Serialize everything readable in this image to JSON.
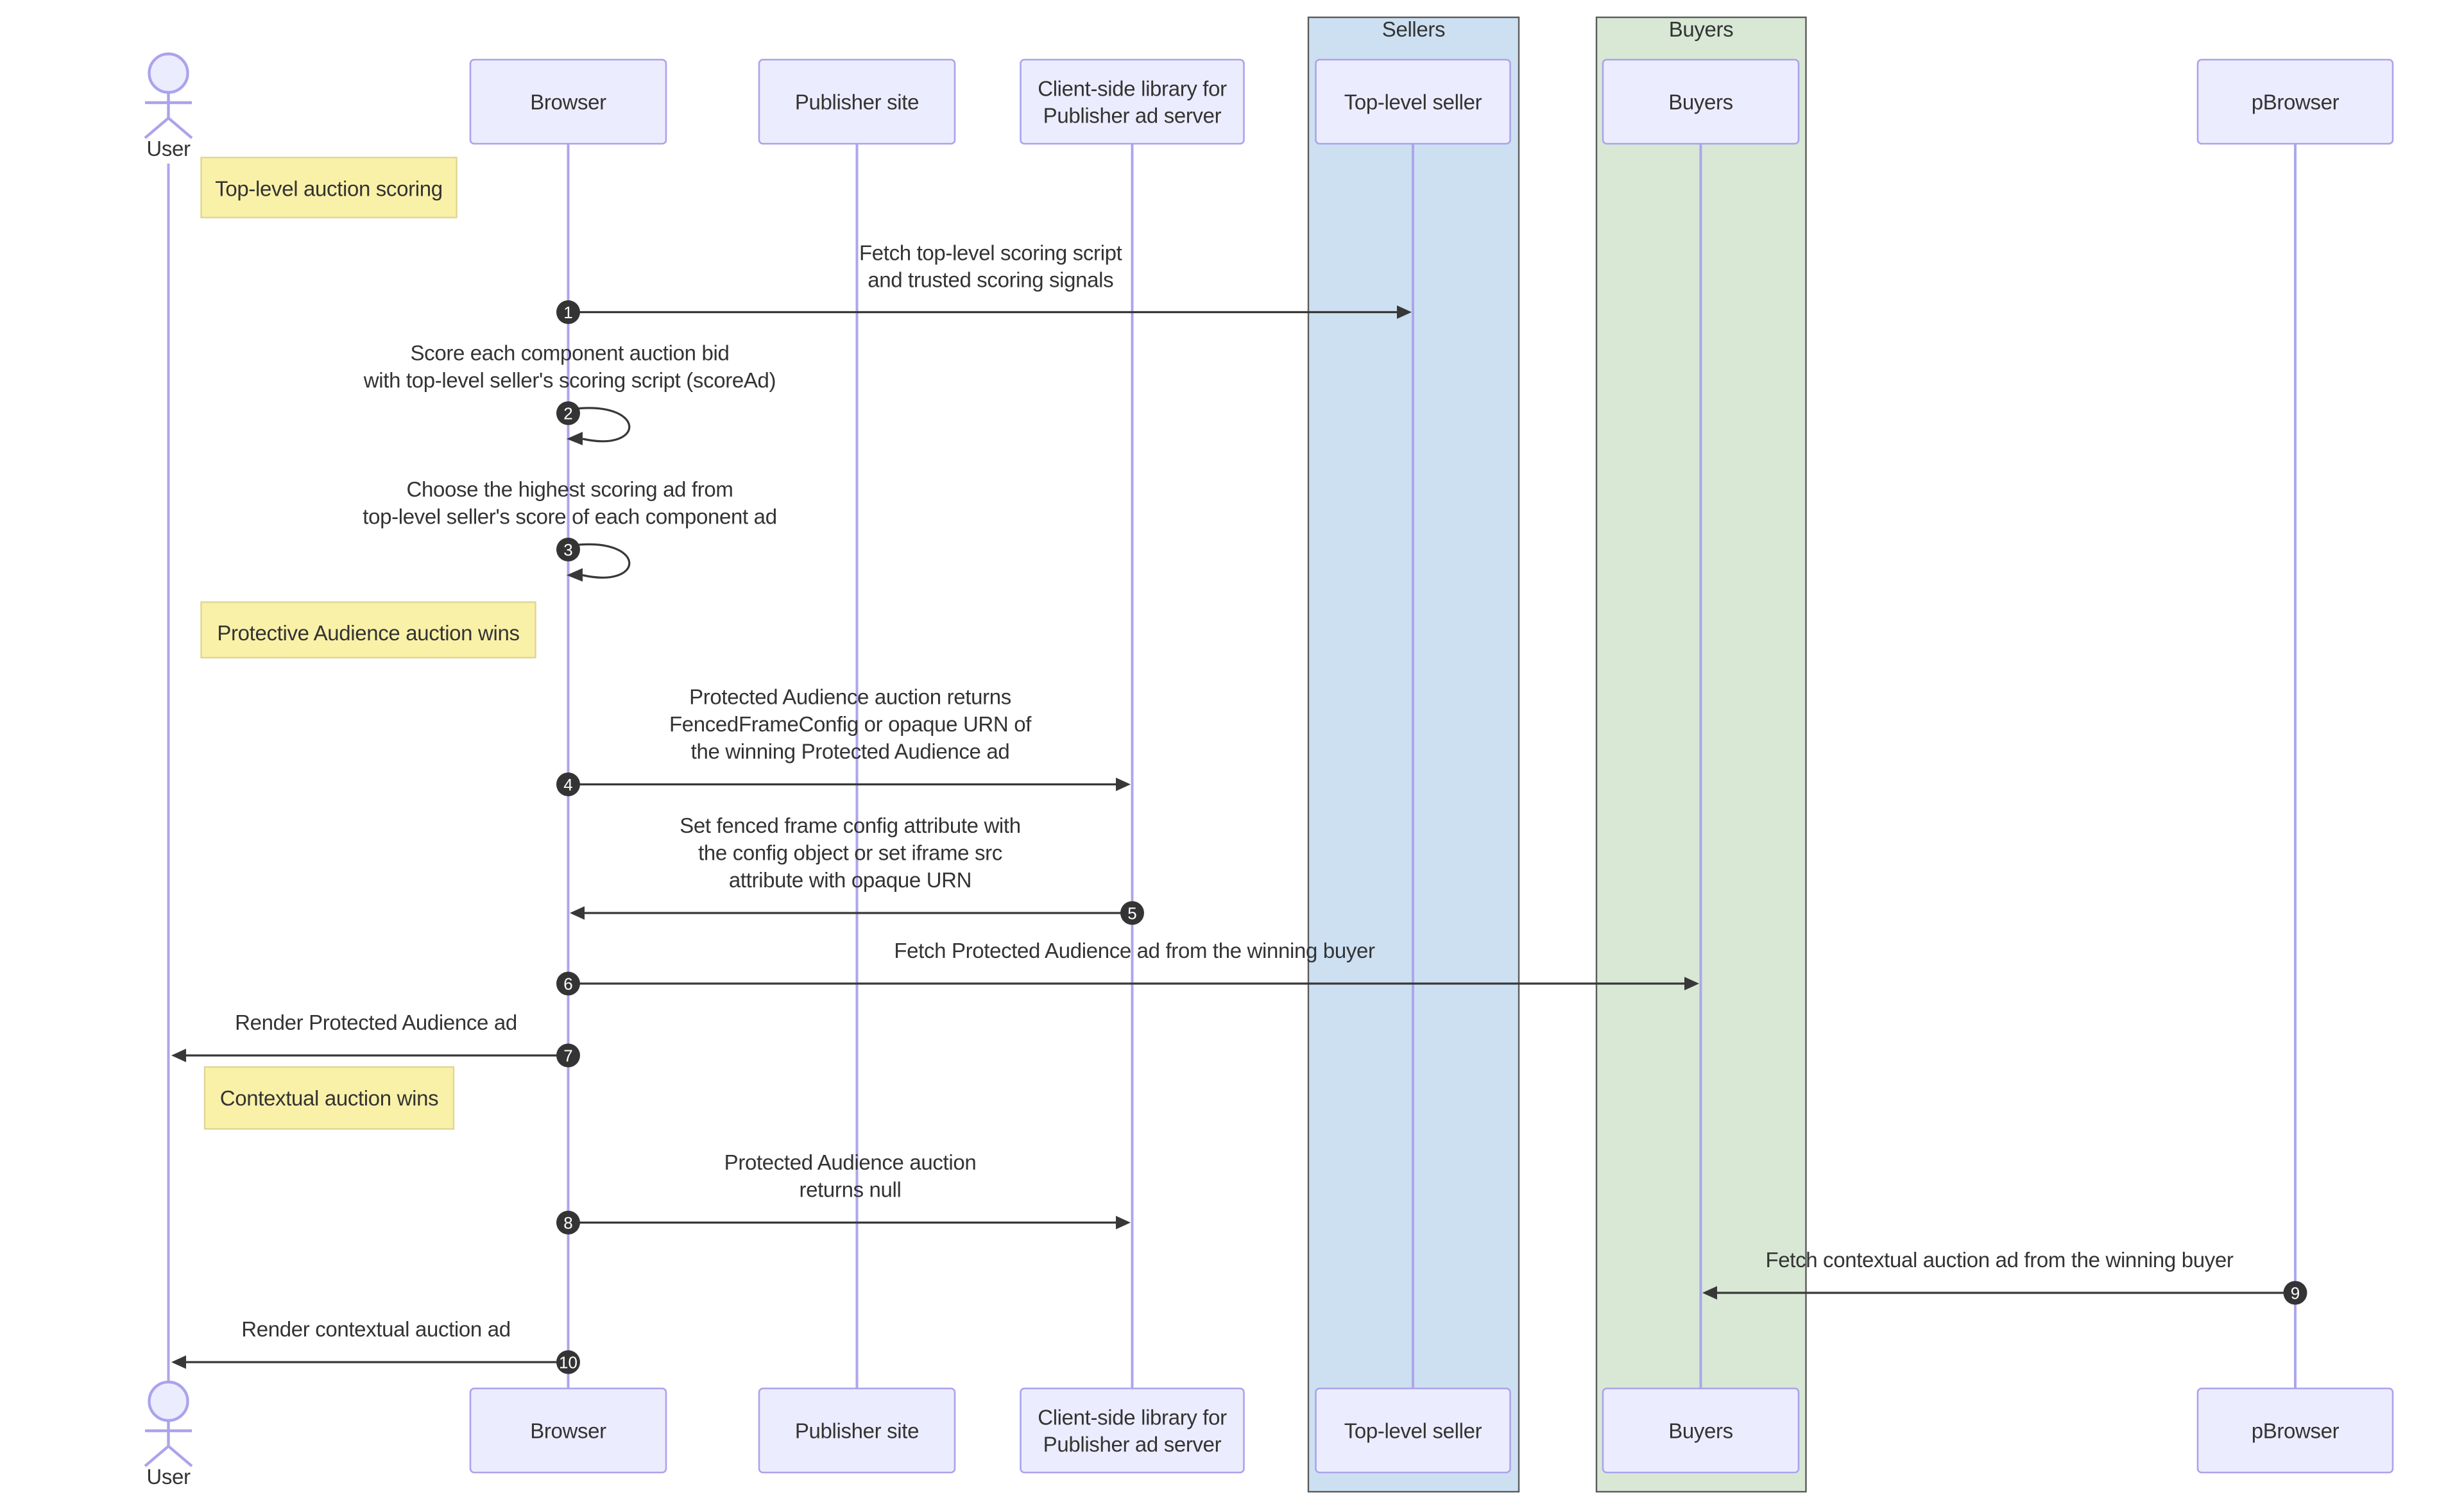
{
  "diagram": {
    "type": "mermaid-sequence-diagram",
    "participants": [
      {
        "id": "user",
        "kind": "actor",
        "label": "User"
      },
      {
        "id": "browser",
        "kind": "participant",
        "label": "Browser"
      },
      {
        "id": "publisher",
        "kind": "participant",
        "label": "Publisher site"
      },
      {
        "id": "adlib",
        "kind": "participant",
        "label": "Client-side library for Publisher ad server",
        "lines": [
          "Client-side library for",
          "Publisher ad server"
        ]
      },
      {
        "id": "topseller",
        "kind": "participant",
        "label": "Top-level seller",
        "group": "Sellers"
      },
      {
        "id": "buyers",
        "kind": "participant",
        "label": "Buyers",
        "group": "Buyers"
      },
      {
        "id": "pbrowser",
        "kind": "participant",
        "label": "pBrowser"
      }
    ],
    "groups": [
      {
        "id": "sellers",
        "label": "Sellers",
        "fill": "#CDE0F2"
      },
      {
        "id": "buyers",
        "label": "Buyers",
        "fill": "#D8E8D5"
      }
    ],
    "notes": [
      {
        "n": 1,
        "text": "Top-level auction scoring"
      },
      {
        "n": 2,
        "text": "Protective Audience auction wins"
      },
      {
        "n": 3,
        "text": "Contextual auction wins"
      }
    ],
    "messages": [
      {
        "n": "1",
        "from": "Browser",
        "to": "Top-level seller",
        "kind": "solid-arrow",
        "lines": [
          "Fetch top-level scoring script",
          "and trusted scoring signals"
        ]
      },
      {
        "n": "2",
        "from": "Browser",
        "to": "Browser",
        "kind": "self",
        "lines": [
          "Score each component auction bid",
          "with top-level seller's scoring script (scoreAd)"
        ]
      },
      {
        "n": "3",
        "from": "Browser",
        "to": "Browser",
        "kind": "self",
        "lines": [
          "Choose the highest scoring ad from",
          "top-level seller's score of each component ad"
        ]
      },
      {
        "n": "4",
        "from": "Browser",
        "to": "Client-side library for Publisher ad server",
        "kind": "solid-arrow",
        "lines": [
          "Protected Audience auction returns",
          "FencedFrameConfig or opaque URN of",
          "the winning Protected Audience ad"
        ]
      },
      {
        "n": "5",
        "from": "Client-side library for Publisher ad server",
        "to": "Browser",
        "kind": "solid-arrow",
        "lines": [
          "Set fenced frame config attribute with",
          "the config object or set iframe src",
          "attribute with opaque URN"
        ]
      },
      {
        "n": "6",
        "from": "Browser",
        "to": "Buyers",
        "kind": "solid-arrow",
        "lines": [
          "Fetch Protected Audience ad from the winning buyer"
        ]
      },
      {
        "n": "7",
        "from": "Browser",
        "to": "User",
        "kind": "solid-arrow",
        "lines": [
          "Render Protected Audience ad"
        ]
      },
      {
        "n": "8",
        "from": "Browser",
        "to": "Client-side library for Publisher ad server",
        "kind": "solid-arrow",
        "lines": [
          "Protected Audience auction",
          "returns null"
        ]
      },
      {
        "n": "9",
        "from": "pBrowser",
        "to": "Buyers",
        "kind": "solid-arrow",
        "lines": [
          "Fetch contextual auction ad from the winning buyer"
        ]
      },
      {
        "n": "10",
        "from": "Browser",
        "to": "User",
        "kind": "solid-arrow",
        "lines": [
          "Render contextual auction ad"
        ]
      }
    ]
  },
  "theme": {
    "background": "#ffffff",
    "text_color": "#333333",
    "participant_fill": "#ECECFF",
    "participant_border": "#ABA3EB",
    "lifeline_color": "#ACA6EC",
    "signal_color": "#383838",
    "note_fill": "#FAF1A8",
    "note_border": "#DFD693",
    "sellers_box_fill": "#CDE0F2",
    "buyers_box_fill": "#D8E8D5",
    "group_box_border": "#5B5B5B",
    "sequence_number_fill": "#343434",
    "sequence_number_color": "#ffffff"
  }
}
